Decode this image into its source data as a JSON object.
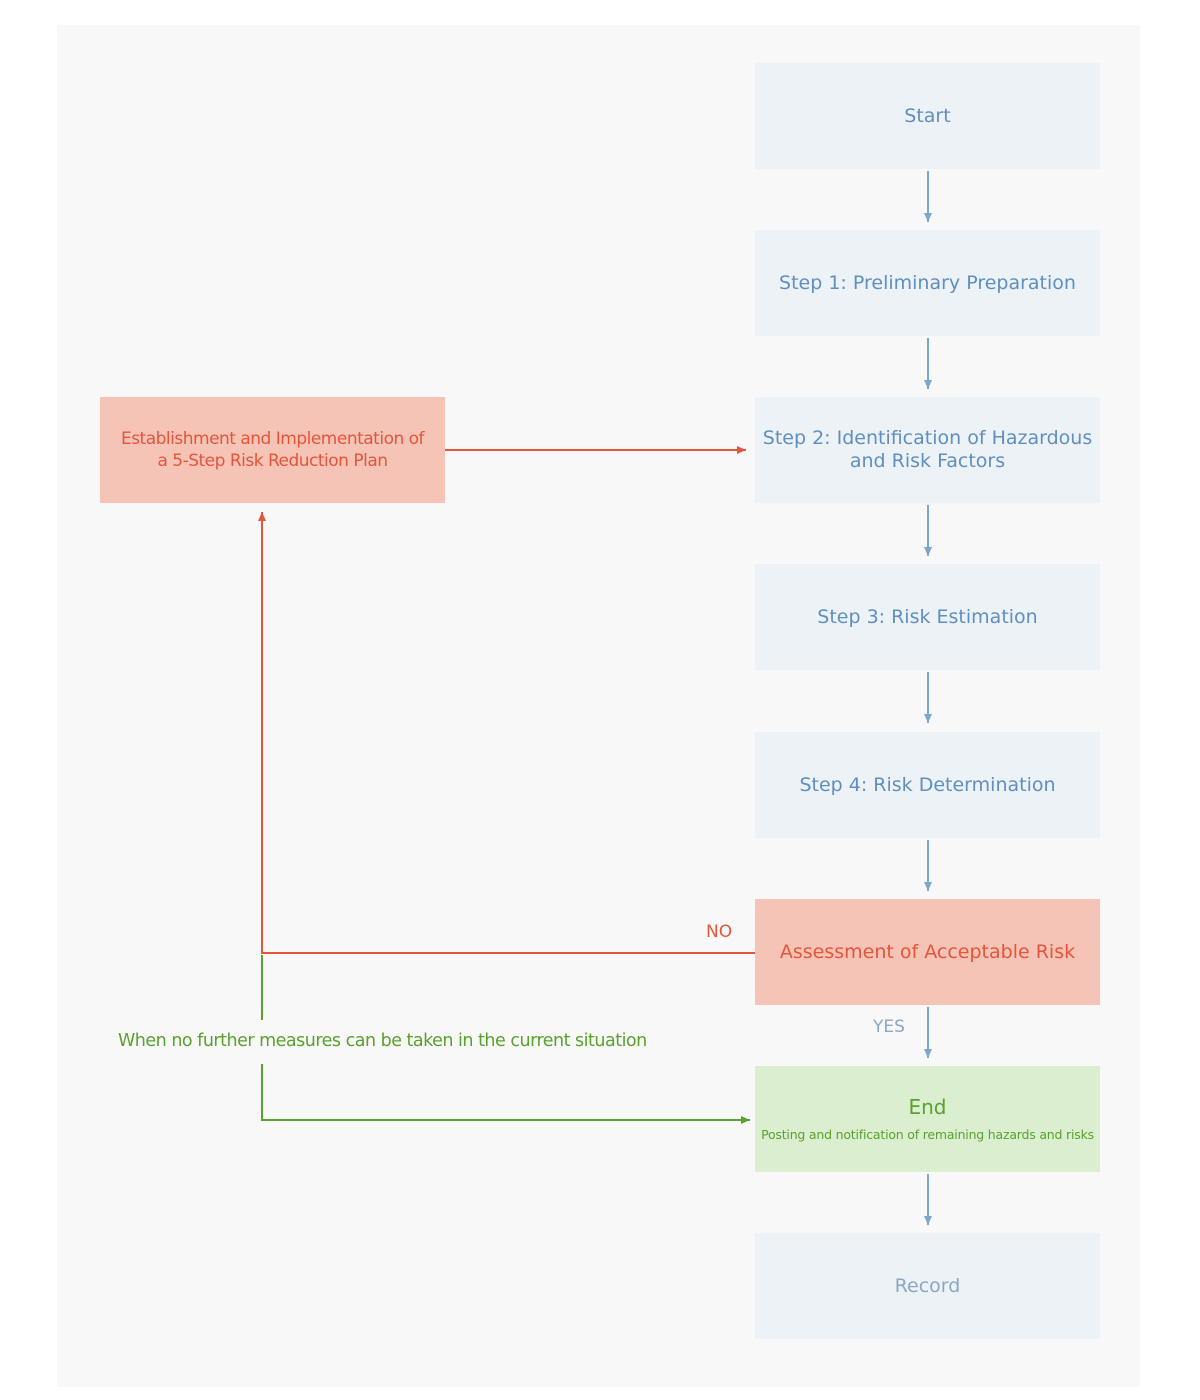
{
  "steps": {
    "start": "Start",
    "step1": "Step 1: Preliminary Preparation",
    "step2_line1": "Step 2: Identification of Hazardous",
    "step2_line2": "and Risk Factors",
    "step3": "Step 3: Risk Estimation",
    "step4": "Step 4: Risk Determination",
    "assessment": "Assessment of Acceptable Risk",
    "end_title": "End",
    "end_subtitle": "Posting and notification of remaining hazards and risks",
    "record": "Record"
  },
  "plan": {
    "line1": "Establishment and Implementation of",
    "line2": "a 5-Step Risk Reduction Plan"
  },
  "edges": {
    "no_label": "NO",
    "yes_label": "YES",
    "no_further_measures": "When no further measures can be taken in the current situation"
  },
  "colors": {
    "blue": "#7ba7cf",
    "red": "#e4553a",
    "green": "#5aa12d"
  }
}
